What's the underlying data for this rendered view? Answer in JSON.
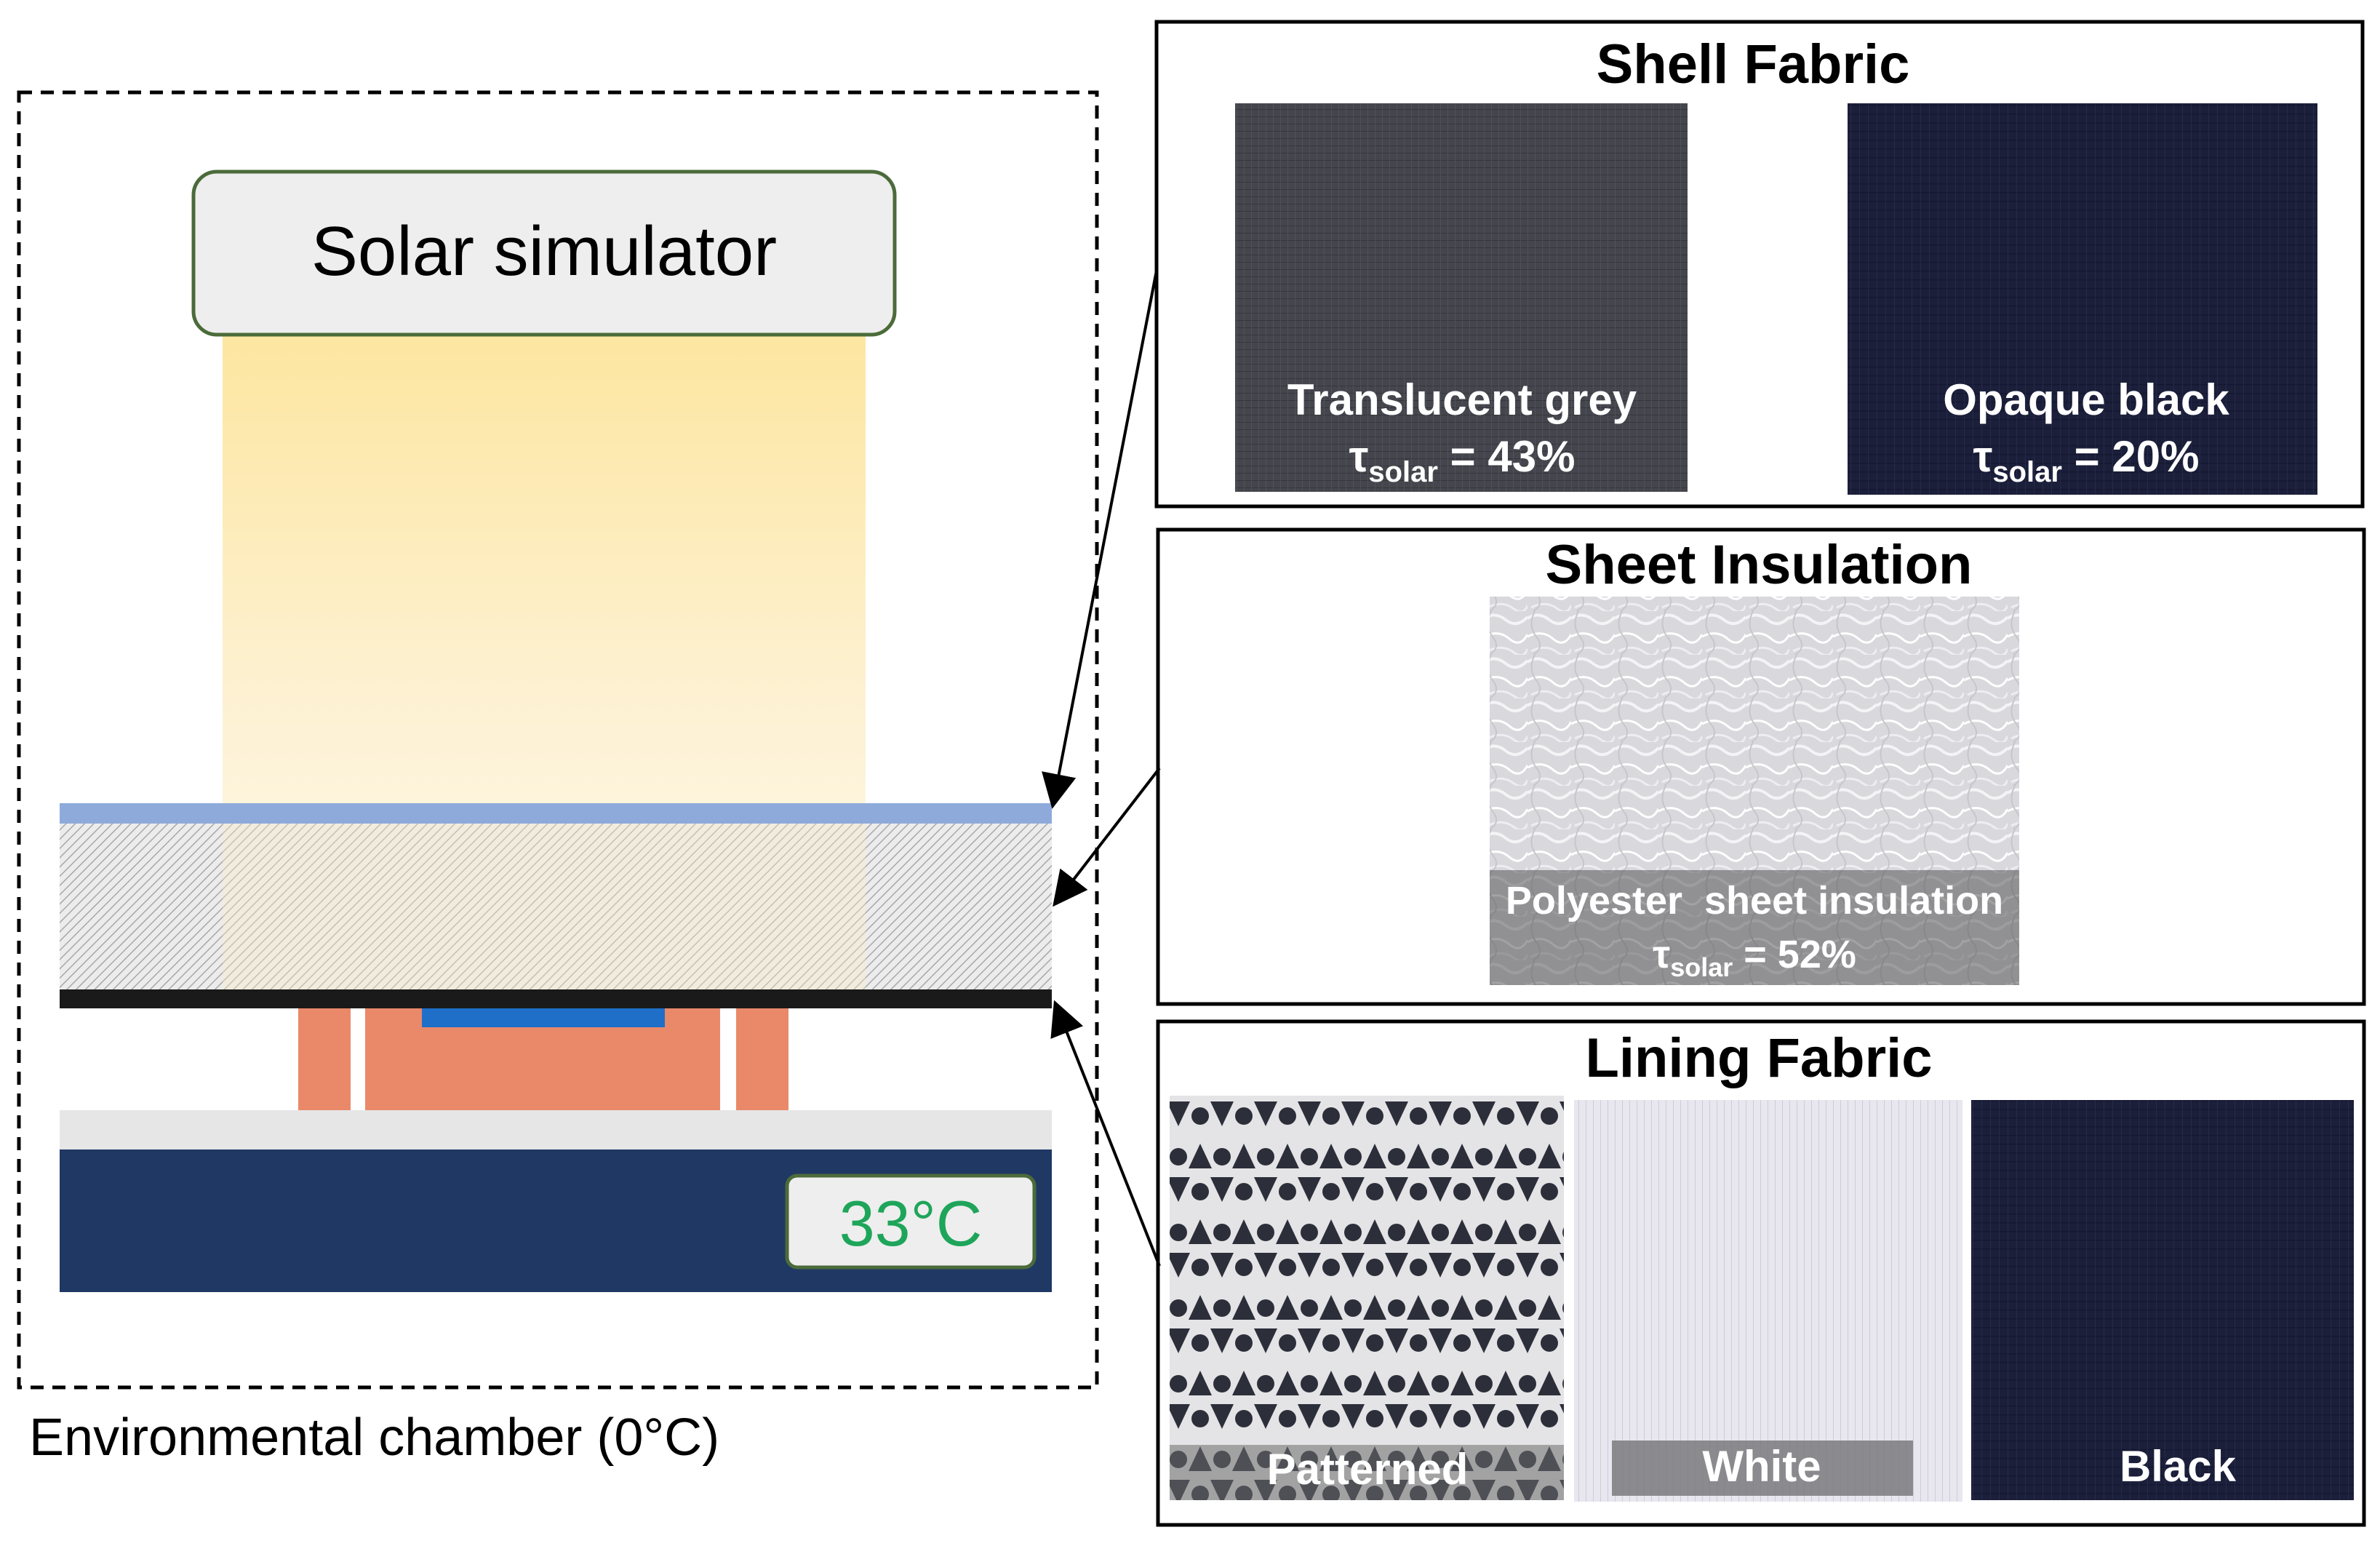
{
  "left_panel": {
    "solar_simulator_label": "Solar simulator",
    "temperature_display": "33°C",
    "chamber_label": "Environmental chamber (0°C)"
  },
  "shell_fabric": {
    "title": "Shell Fabric",
    "samples": [
      {
        "name": "Translucent grey",
        "tau_symbol": "τ",
        "tau_subscript": "solar",
        "tau_value": " = 43%"
      },
      {
        "name": "Opaque black",
        "tau_symbol": "τ",
        "tau_subscript": "solar",
        "tau_value": " = 20%"
      }
    ]
  },
  "sheet_insulation": {
    "title": "Sheet Insulation",
    "sample": {
      "name": "Polyester  sheet insulation",
      "tau_symbol": "τ",
      "tau_subscript": "solar",
      "tau_value": " = 52%"
    }
  },
  "lining_fabric": {
    "title": "Lining Fabric",
    "samples": [
      {
        "name": "Patterned"
      },
      {
        "name": "White"
      },
      {
        "name": "Black"
      }
    ]
  },
  "colors": {
    "shell_layer": "#8eaadb",
    "lining_layer": "#1a1a1a",
    "heater": "#e9896a",
    "sensor": "#1f6fc9",
    "cold_plate": "#203864",
    "plate_top": "#e6e6e6",
    "temperature_text": "#1ea55a"
  }
}
